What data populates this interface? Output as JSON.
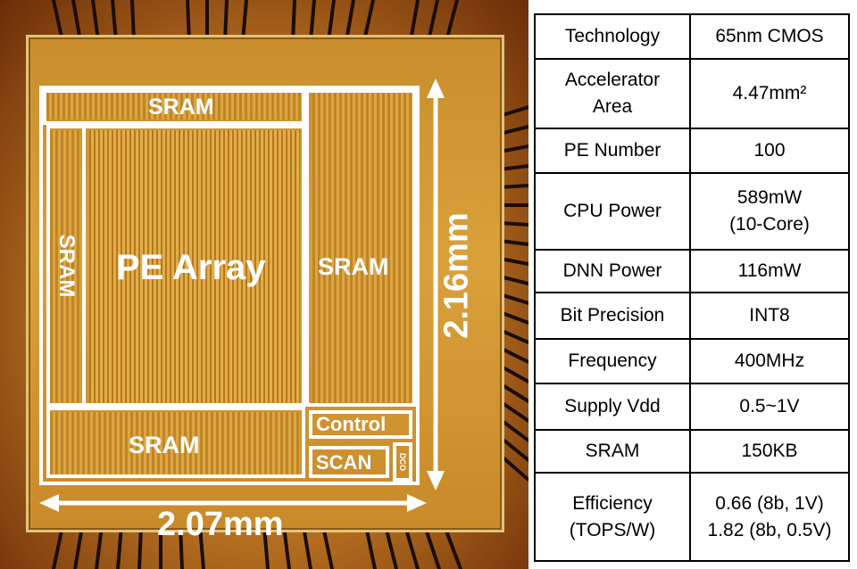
{
  "die": {
    "blocks": {
      "sram_top": "SRAM",
      "sram_left": "SRAM",
      "pe_array": "PE Array",
      "sram_right": "SRAM",
      "sram_bottom": "SRAM",
      "control": "Control",
      "scan": "SCAN",
      "dco": "DCO"
    },
    "dimensions": {
      "width": "2.07mm",
      "height": "2.16mm"
    }
  },
  "spec_table": [
    {
      "label": "Technology",
      "value": "65nm CMOS"
    },
    {
      "label": "Accelerator\nArea",
      "value": "4.47mm²"
    },
    {
      "label": "PE Number",
      "value": "100"
    },
    {
      "label": "CPU Power",
      "value": "589mW\n(10-Core)"
    },
    {
      "label": "DNN Power",
      "value": "116mW"
    },
    {
      "label": "Bit Precision",
      "value": "INT8"
    },
    {
      "label": "Frequency",
      "value": "400MHz"
    },
    {
      "label": "Supply Vdd",
      "value": "0.5~1V"
    },
    {
      "label": "SRAM",
      "value": "150KB"
    },
    {
      "label": "Efficiency\n(TOPS/W)",
      "value": "0.66 (8b, 1V)\n1.82 (8b, 0.5V)"
    }
  ]
}
